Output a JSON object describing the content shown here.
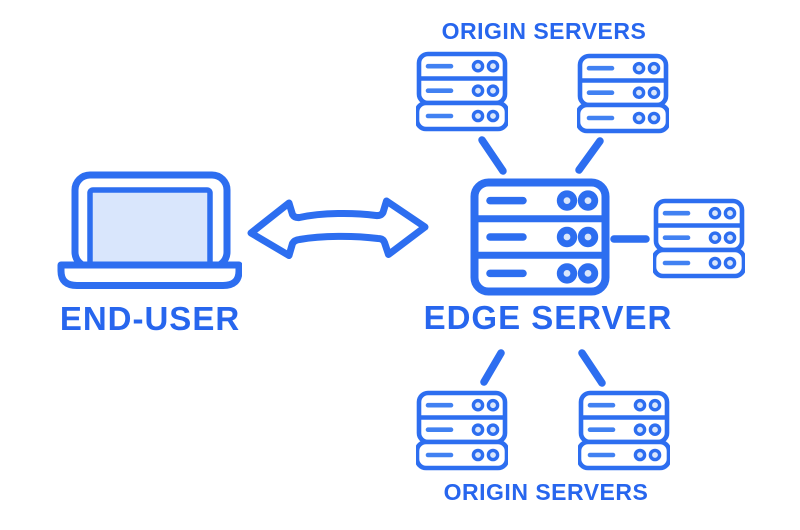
{
  "colors": {
    "primary_blue": "#2d6ef0",
    "accent_blue": "#4181f2",
    "text_blue": "#2766ee",
    "light_fill": "#d9e6fc",
    "background": "#ffffff"
  },
  "diagram": {
    "end_user": {
      "label": "END-USER",
      "icon": "laptop-icon"
    },
    "edge_server": {
      "label": "EDGE SERVER",
      "icon": "server-rack-large-icon"
    },
    "origin_servers_top": {
      "label": "ORIGIN SERVERS",
      "count": 2,
      "icon": "server-rack-icon"
    },
    "origin_servers_bottom": {
      "label": "ORIGIN SERVERS",
      "count": 2,
      "icon": "server-rack-icon"
    },
    "origin_server_right": {
      "count": 1,
      "icon": "server-rack-icon"
    },
    "connections": [
      {
        "from": "end-user",
        "to": "edge-server",
        "type": "bidirectional-arrow"
      },
      {
        "from": "edge-server",
        "to": "origin-server-top-left",
        "type": "line"
      },
      {
        "from": "edge-server",
        "to": "origin-server-top-right",
        "type": "line"
      },
      {
        "from": "edge-server",
        "to": "origin-server-right",
        "type": "line"
      },
      {
        "from": "edge-server",
        "to": "origin-server-bottom-left",
        "type": "line"
      },
      {
        "from": "edge-server",
        "to": "origin-server-bottom-right",
        "type": "line"
      }
    ]
  }
}
